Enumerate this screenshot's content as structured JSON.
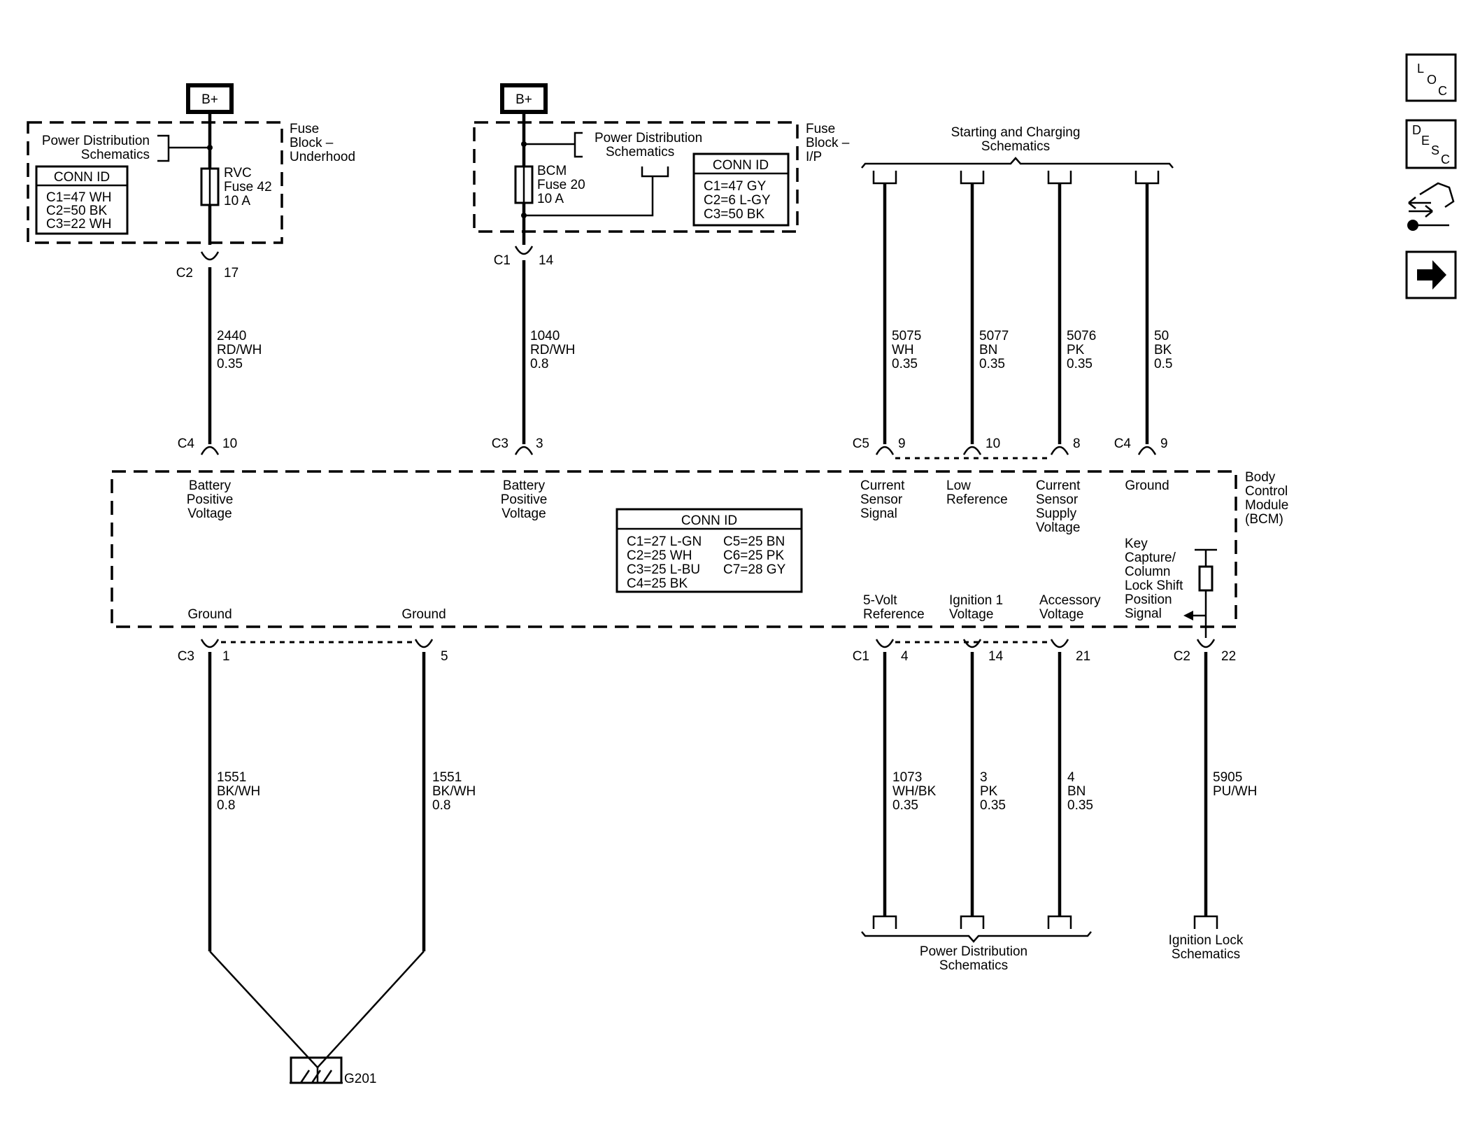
{
  "nav_icons": {
    "loc": [
      "L",
      "O",
      "C"
    ],
    "desc": [
      "D",
      "E",
      "S",
      "C"
    ],
    "tools_icon": "tools-icon",
    "next_icon": "arrow-right-icon"
  },
  "fuse_underhood": {
    "bplus": "B+",
    "pd_schematics": [
      "Power Distribution",
      "Schematics"
    ],
    "block_label": [
      "Fuse",
      "Block –",
      "Underhood"
    ],
    "conn_title": "CONN ID",
    "conn": [
      "C1=47 WH",
      "C2=50 BK",
      "C3=22 WH"
    ],
    "fuse": [
      "RVC",
      "Fuse 42",
      "10 A"
    ],
    "pin_conn": "C2",
    "pin_num": "17"
  },
  "fuse_ip": {
    "bplus": "B+",
    "pd_schematics": [
      "Power Distribution",
      "Schematics"
    ],
    "block_label": [
      "Fuse",
      "Block –",
      "I/P"
    ],
    "conn_title": "CONN ID",
    "conn": [
      "C1=47 GY",
      "C2=6 L-GY",
      "C3=50 BK"
    ],
    "fuse": [
      "BCM",
      "Fuse 20",
      "10 A"
    ],
    "pin_conn": "C1",
    "pin_num": "14"
  },
  "starting_charging": [
    "Starting and Charging",
    "Schematics"
  ],
  "wires_top": [
    {
      "circuit": "2440",
      "color": "RD/WH",
      "gauge": "0.35"
    },
    {
      "circuit": "1040",
      "color": "RD/WH",
      "gauge": "0.8"
    },
    {
      "circuit": "5075",
      "color": "WH",
      "gauge": "0.35"
    },
    {
      "circuit": "5077",
      "color": "BN",
      "gauge": "0.35"
    },
    {
      "circuit": "5076",
      "color": "PK",
      "gauge": "0.35"
    },
    {
      "circuit": "50",
      "color": "BK",
      "gauge": "0.5"
    }
  ],
  "bcm_top_pins": [
    {
      "conn": "C4",
      "pin": "10",
      "label": [
        "Battery",
        "Positive",
        "Voltage"
      ]
    },
    {
      "conn": "C3",
      "pin": "3",
      "label": [
        "Battery",
        "Positive",
        "Voltage"
      ]
    },
    {
      "conn": "C5",
      "pin": "9",
      "label": [
        "Current",
        "Sensor",
        "Signal"
      ]
    },
    {
      "conn": "",
      "pin": "10",
      "label": [
        "Low",
        "Reference"
      ]
    },
    {
      "conn": "",
      "pin": "8",
      "label": [
        "Current",
        "Sensor",
        "Supply",
        "Voltage"
      ]
    },
    {
      "conn": "C4",
      "pin": "9",
      "label": [
        "Ground"
      ]
    }
  ],
  "bcm": {
    "name": [
      "Body",
      "Control",
      "Module",
      "(BCM)"
    ],
    "conn_title": "CONN ID",
    "conn_left": [
      "C1=27 L-GN",
      "C2=25 WH",
      "C3=25 L-BU",
      "C4=25 BK"
    ],
    "conn_right": [
      "C5=25 BN",
      "C6=25 PK",
      "C7=28 GY"
    ],
    "key_capture": [
      "Key",
      "Capture/",
      "Column",
      "Lock Shift",
      "Position",
      "Signal"
    ]
  },
  "bcm_bottom_pins": [
    {
      "conn": "C3",
      "pin": "1",
      "label": [
        "Ground"
      ]
    },
    {
      "conn": "",
      "pin": "5",
      "label": [
        "Ground"
      ]
    },
    {
      "conn": "C1",
      "pin": "4",
      "label": [
        "5-Volt",
        "Reference"
      ]
    },
    {
      "conn": "",
      "pin": "14",
      "label": [
        "Ignition 1",
        "Voltage"
      ]
    },
    {
      "conn": "",
      "pin": "21",
      "label": [
        "Accessory",
        "Voltage"
      ]
    },
    {
      "conn": "C2",
      "pin": "22",
      "label": []
    }
  ],
  "wires_bottom": [
    {
      "circuit": "1551",
      "color": "BK/WH",
      "gauge": "0.8"
    },
    {
      "circuit": "1551",
      "color": "BK/WH",
      "gauge": "0.8"
    },
    {
      "circuit": "1073",
      "color": "WH/BK",
      "gauge": "0.35"
    },
    {
      "circuit": "3",
      "color": "PK",
      "gauge": "0.35"
    },
    {
      "circuit": "4",
      "color": "BN",
      "gauge": "0.35"
    },
    {
      "circuit": "5905",
      "color": "PU/WH",
      "gauge": ""
    }
  ],
  "power_distribution": [
    "Power Distribution",
    "Schematics"
  ],
  "ignition_lock": [
    "Ignition Lock",
    "Schematics"
  ],
  "ground": "G201"
}
